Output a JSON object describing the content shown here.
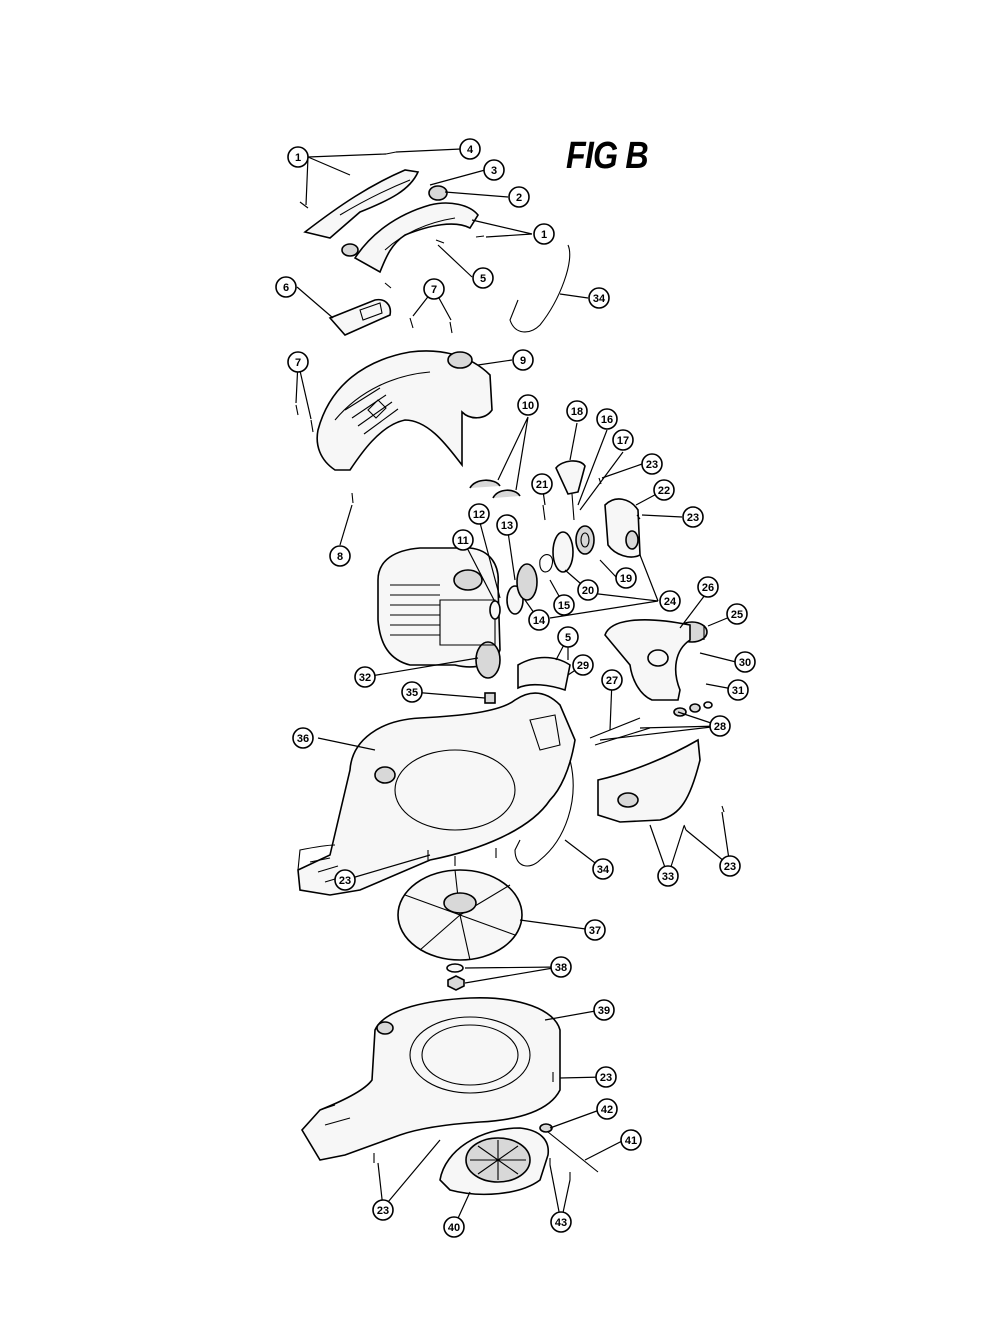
{
  "figure_title": "FIG B",
  "callouts": [
    {
      "label": "1"
    },
    {
      "label": "4"
    },
    {
      "label": "3"
    },
    {
      "label": "2"
    },
    {
      "label": "1"
    },
    {
      "label": "5"
    },
    {
      "label": "34"
    },
    {
      "label": "6"
    },
    {
      "label": "7"
    },
    {
      "label": "7"
    },
    {
      "label": "9"
    },
    {
      "label": "8"
    },
    {
      "label": "10"
    },
    {
      "label": "18"
    },
    {
      "label": "16"
    },
    {
      "label": "17"
    },
    {
      "label": "23"
    },
    {
      "label": "21"
    },
    {
      "label": "22"
    },
    {
      "label": "23"
    },
    {
      "label": "12"
    },
    {
      "label": "13"
    },
    {
      "label": "11"
    },
    {
      "label": "19"
    },
    {
      "label": "20"
    },
    {
      "label": "15"
    },
    {
      "label": "14"
    },
    {
      "label": "24"
    },
    {
      "label": "26"
    },
    {
      "label": "25"
    },
    {
      "label": "5"
    },
    {
      "label": "29"
    },
    {
      "label": "30"
    },
    {
      "label": "32"
    },
    {
      "label": "27"
    },
    {
      "label": "31"
    },
    {
      "label": "35"
    },
    {
      "label": "28"
    },
    {
      "label": "36"
    },
    {
      "label": "34"
    },
    {
      "label": "33"
    },
    {
      "label": "23"
    },
    {
      "label": "23"
    },
    {
      "label": "37"
    },
    {
      "label": "38"
    },
    {
      "label": "39"
    },
    {
      "label": "23"
    },
    {
      "label": "42"
    },
    {
      "label": "41"
    },
    {
      "label": "23"
    },
    {
      "label": "43"
    },
    {
      "label": "40"
    }
  ]
}
